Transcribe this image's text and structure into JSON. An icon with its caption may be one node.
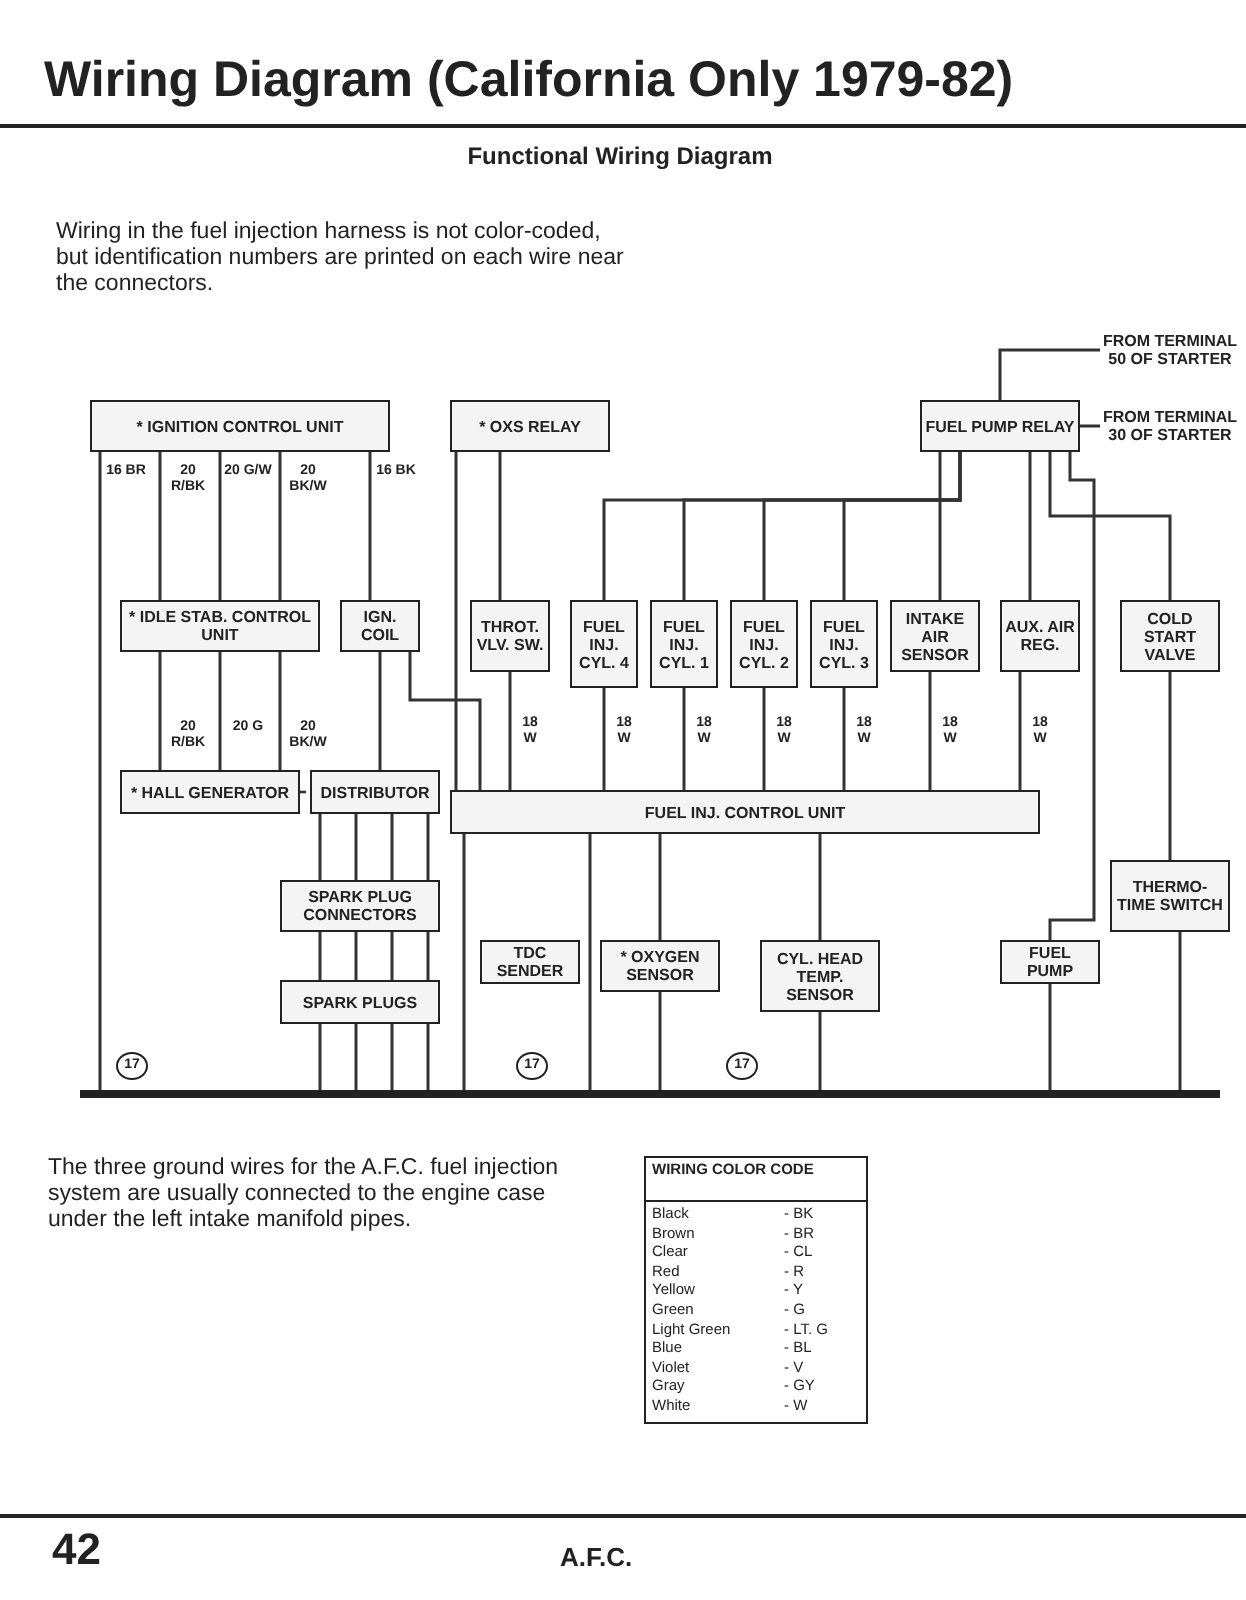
{
  "diagram": {
    "title": "Wiring Diagram (California Only 1979-82)",
    "nodes": [
      {
        "text": [
          "* IGNITION CONTROL UNIT"
        ]
      },
      {
        "text": [
          "* OXS RELAY"
        ]
      },
      {
        "text": [
          "* IDLE STAB. CONTROL UNIT"
        ]
      },
      {
        "text": [
          "IGN. COIL"
        ]
      },
      {
        "text": [
          "* HALL GENERATOR"
        ]
      },
      {
        "text": [
          "DISTRIBUTOR"
        ]
      },
      {
        "text": [
          "FUEL INJ. CONTROL UNIT"
        ]
      },
      {
        "text": [
          "THROT. VLV. SW."
        ]
      },
      {
        "text": [
          "FUEL INJ. CYL. 4"
        ]
      },
      {
        "text": [
          "FUEL INJ. CYL. 1"
        ]
      },
      {
        "text": [
          "FUEL INJ. CYL. 2"
        ]
      },
      {
        "text": [
          "FUEL INJ. CYL. 3"
        ]
      },
      {
        "text": [
          "INTAKE AIR SENSOR"
        ]
      },
      {
        "text": [
          "FUEL PUMP RELAY"
        ]
      },
      {
        "text": [
          "AUX. AIR REG."
        ]
      },
      {
        "text": [
          "COLD START VALVE"
        ]
      },
      {
        "text": [
          "THERMO-TIME SWITCH"
        ]
      },
      {
        "text": [
          "* OXYGEN SENSOR"
        ]
      },
      {
        "text": [
          "CYL. HEAD TEMP. SENSOR"
        ]
      },
      {
        "text": [
          "FUEL PUMP"
        ]
      },
      {
        "text": [
          "TDC SENDER"
        ]
      },
      {
        "text": [
          "SPARK PLUG CONNECTORS"
        ]
      },
      {
        "text": [
          "SPARK PLUGS"
        ]
      },
      {
        "text": [
          "FROM TERMINAL 50 OF STARTER"
        ]
      },
      {
        "text": [
          "FROM TERMINAL 30 OF STARTER"
        ]
      },
      {
        "text": [],
        "shape": "bar"
      }
    ],
    "edges": [
      {
        "from": 0,
        "to": 2,
        "arrow": "none"
      },
      {
        "from": 0,
        "to": 2,
        "arrow": "none"
      },
      {
        "from": 0,
        "to": 2,
        "arrow": "none"
      },
      {
        "from": 2,
        "to": 4,
        "arrow": "none"
      },
      {
        "from": 2,
        "to": 4,
        "arrow": "none"
      },
      {
        "from": 2,
        "to": 4,
        "arrow": "none"
      },
      {
        "from": 0,
        "to": 25,
        "arrow": "none"
      },
      {
        "from": 0,
        "to": 3,
        "arrow": "none"
      },
      {
        "from": 3,
        "to": 5,
        "arrow": "none"
      },
      {
        "from": 5,
        "to": 21,
        "arrow": "none"
      },
      {
        "from": 5,
        "to": 21,
        "arrow": "none"
      },
      {
        "from": 5,
        "to": 21,
        "arrow": "none"
      },
      {
        "from": 5,
        "to": 21,
        "arrow": "none"
      },
      {
        "from": 21,
        "to": 22,
        "arrow": "none"
      },
      {
        "from": 21,
        "to": 22,
        "arrow": "none"
      },
      {
        "from": 21,
        "to": 22,
        "arrow": "none"
      },
      {
        "from": 21,
        "to": 22,
        "arrow": "none"
      },
      {
        "from": 22,
        "to": 25,
        "arrow": "none"
      },
      {
        "from": 22,
        "to": 25,
        "arrow": "none"
      },
      {
        "from": 22,
        "to": 25,
        "arrow": "none"
      },
      {
        "from": 22,
        "to": 25,
        "arrow": "none"
      },
      {
        "from": 1,
        "to": 6,
        "arrow": "none"
      },
      {
        "from": 1,
        "to": 7,
        "arrow": "none"
      },
      {
        "from": 7,
        "to": 6,
        "arrow": "none"
      },
      {
        "from": 13,
        "to": 8,
        "arrow": "none"
      },
      {
        "from": 13,
        "to": 9,
        "arrow": "none"
      },
      {
        "from": 13,
        "to": 10,
        "arrow": "none"
      },
      {
        "from": 13,
        "to": 11,
        "arrow": "none"
      },
      {
        "from": 8,
        "to": 6,
        "arrow": "none"
      },
      {
        "from": 9,
        "to": 6,
        "arrow": "none"
      },
      {
        "from": 10,
        "to": 6,
        "arrow": "none"
      },
      {
        "from": 11,
        "to": 6,
        "arrow": "none"
      },
      {
        "from": 13,
        "to": 12,
        "arrow": "none"
      },
      {
        "from": 12,
        "to": 6,
        "arrow": "none"
      },
      {
        "from": 13,
        "to": 14,
        "arrow": "none"
      },
      {
        "from": 14,
        "to": 6,
        "arrow": "none"
      },
      {
        "from": 23,
        "to": 13,
        "arrow": "none"
      },
      {
        "from": 24,
        "to": 13,
        "arrow": "none"
      },
      {
        "from": 13,
        "to": 15,
        "arrow": "none"
      },
      {
        "from": 15,
        "to": 16,
        "arrow": "none"
      },
      {
        "from": 16,
        "to": 25,
        "arrow": "none"
      },
      {
        "from": 13,
        "to": 19,
        "arrow": "none"
      },
      {
        "from": 19,
        "to": 25,
        "arrow": "none"
      },
      {
        "from": 6,
        "to": 17,
        "arrow": "none"
      },
      {
        "from": 6,
        "to": 18,
        "arrow": "none"
      },
      {
        "from": 17,
        "to": 25,
        "arrow": "none"
      },
      {
        "from": 18,
        "to": 25,
        "arrow": "none"
      },
      {
        "from": 6,
        "to": 25,
        "arrow": "none"
      },
      {
        "from": 6,
        "to": 25,
        "arrow": "none"
      },
      {
        "from": 3,
        "to": 6,
        "arrow": "none"
      },
      {
        "from": 4,
        "to": 5,
        "arrow": "none",
        "style": "dashed"
      }
    ],
    "labels": [
      "Functional Wiring Diagram",
      "Wiring in the fuel injection harness is not color-coded, but identification numbers are printed on each wire near the connectors.",
      "16 BR",
      "20 R/BK",
      "20 G/W",
      "20 BK/W",
      "16 BK",
      "20 R/BK",
      "20 G",
      "20 BK/W",
      "18 W",
      "18 W",
      "18 W",
      "18 W",
      "18 W",
      "18 W",
      "18 W",
      "17",
      "17",
      "17",
      "The three ground wires for the A.F.C. fuel injection system are usually connected to the engine case under the left intake manifold pipes.",
      "WIRING COLOR CODE",
      "Black",
      "- BK",
      "Brown",
      "- BR",
      "Clear",
      "- CL",
      "Red",
      "- R",
      "Yellow",
      "- Y",
      "Green",
      "- G",
      "Light Green",
      "- LT. G",
      "Blue",
      "- BL",
      "Violet",
      "- V",
      "Gray",
      "- GY",
      "White",
      "- W",
      "42",
      "A.F.C."
    ]
  }
}
